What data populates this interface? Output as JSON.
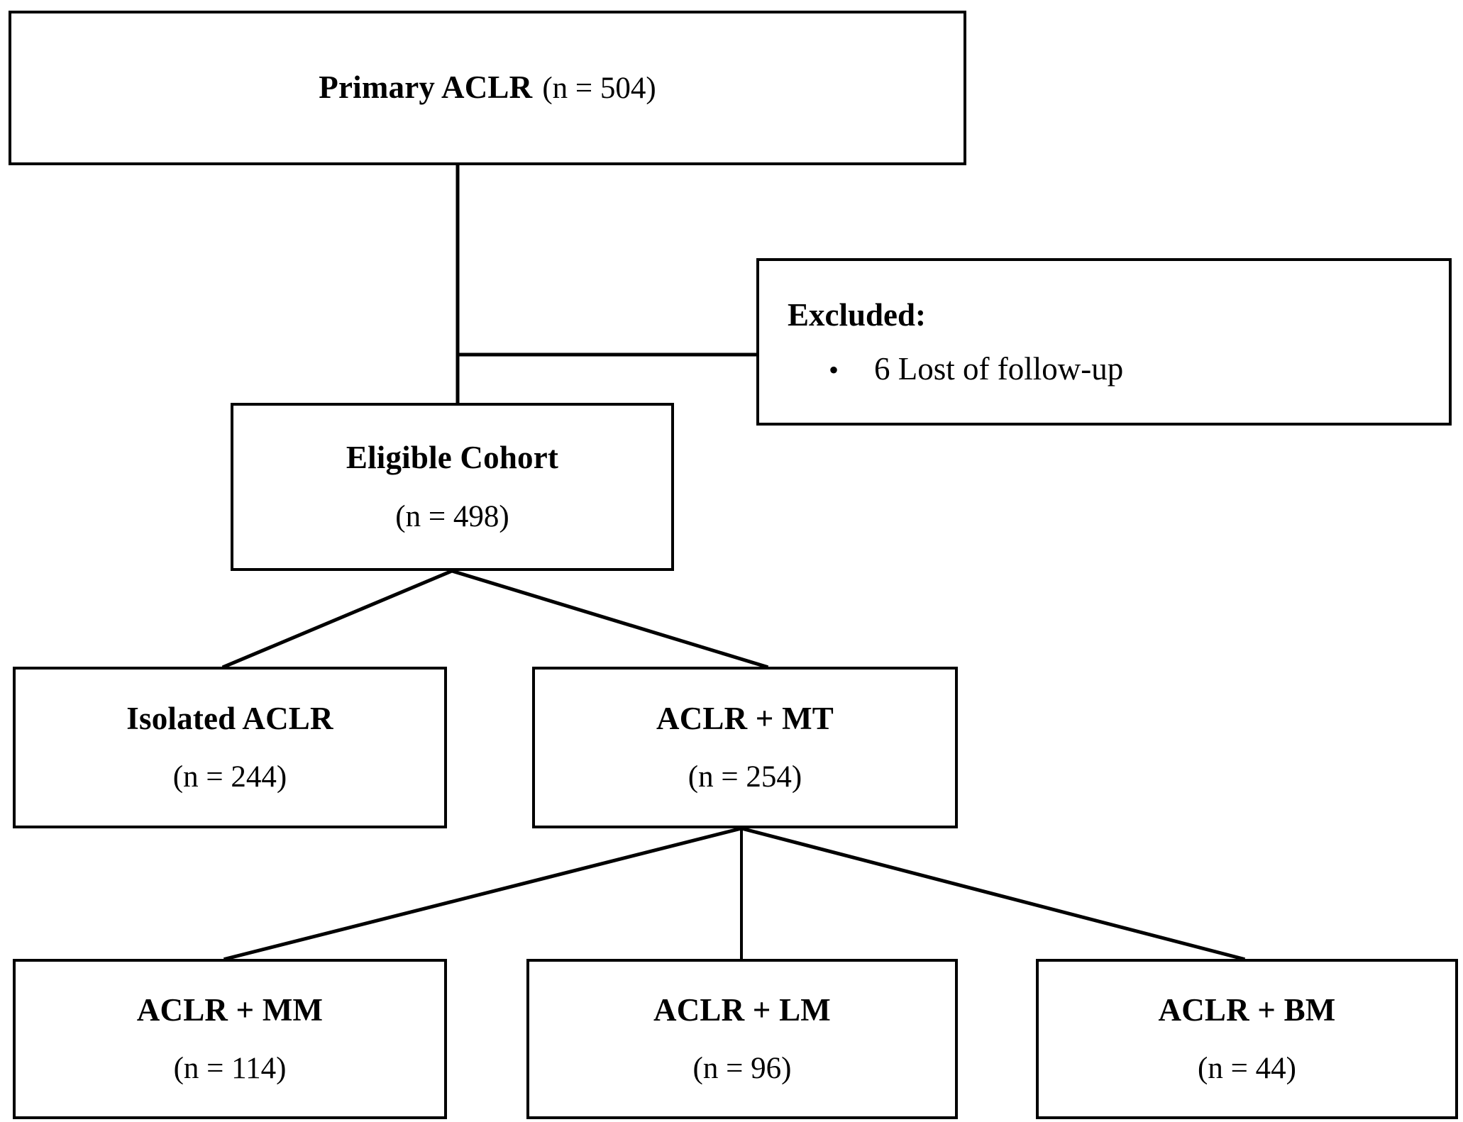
{
  "diagram": {
    "type": "flowchart",
    "title": "ACLR cohort flow diagram",
    "line_color": "#000000",
    "background": "#ffffff",
    "nodes": {
      "root": {
        "title": "Primary ACLR",
        "count": "(n = 504)"
      },
      "excluded": {
        "title": "Excluded:",
        "bullet_marker": "•",
        "bullet_text": "6 Lost of follow-up"
      },
      "eligible": {
        "title": "Eligible Cohort",
        "count": "(n = 498)"
      },
      "isolated": {
        "title": "Isolated ACLR",
        "count": "(n = 244)"
      },
      "mt": {
        "title": "ACLR + MT",
        "count": "(n = 254)"
      },
      "mm": {
        "title": "ACLR + MM",
        "count": "(n = 114)"
      },
      "lm": {
        "title": "ACLR + LM",
        "count": "(n = 96)"
      },
      "bm": {
        "title": "ACLR + BM",
        "count": "(n = 44)"
      }
    }
  }
}
